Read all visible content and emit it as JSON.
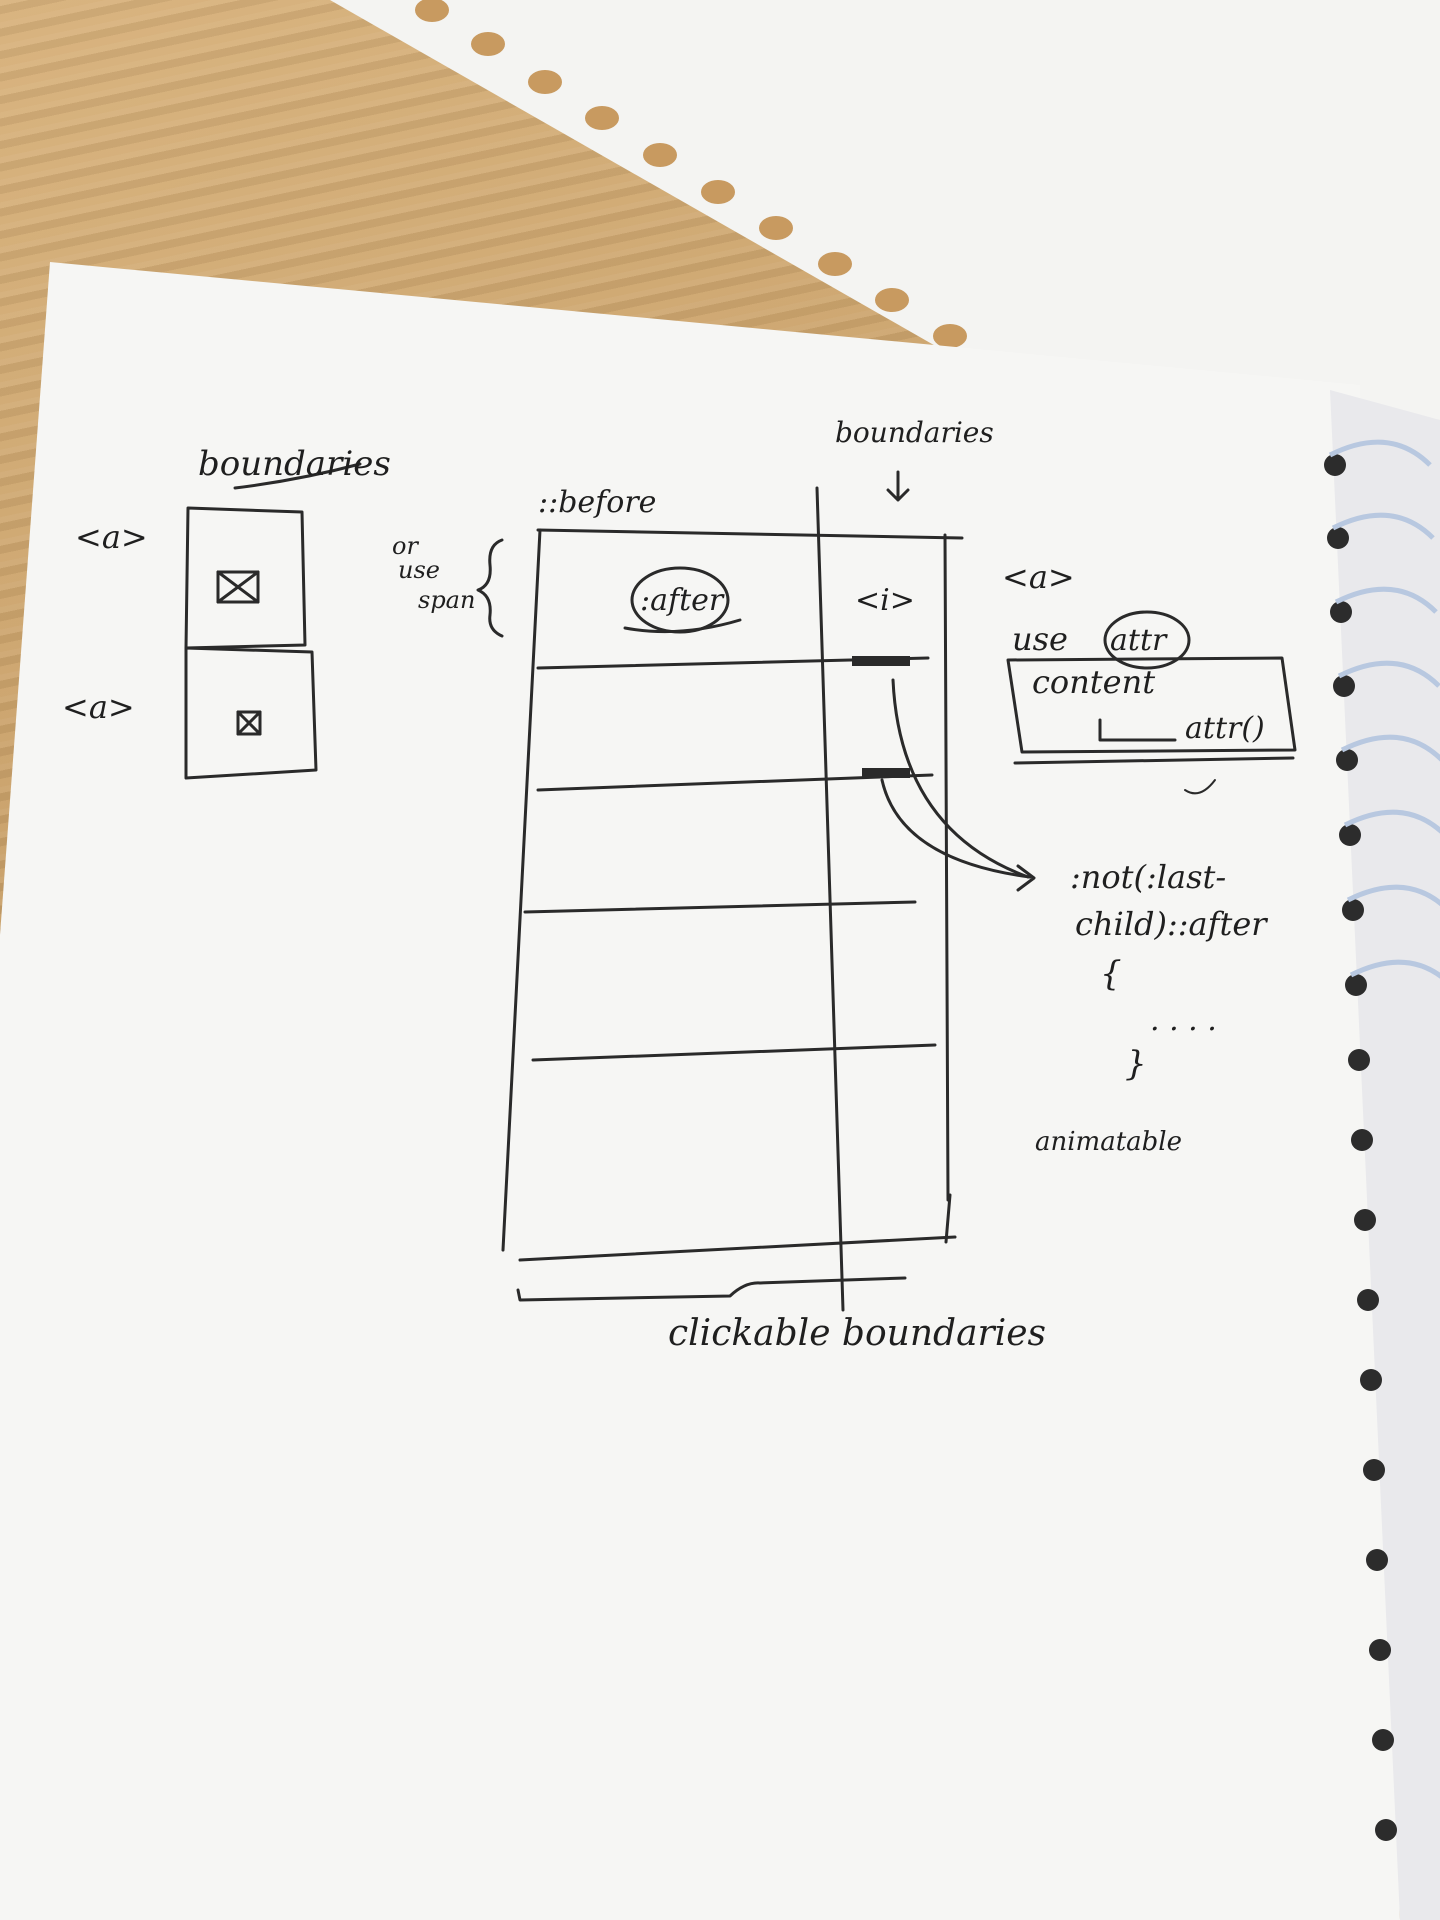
{
  "labels": {
    "boundaries_left": "boundaries",
    "a_top": "<a>",
    "a_bottom": "<a>",
    "or_use_span": [
      "or",
      "use",
      "span"
    ],
    "before": "::before",
    "after": ":after",
    "boundaries_right": "boundaries",
    "i_tag": "<i>",
    "a_right": "<a>",
    "use": "use",
    "attr": "attr",
    "content": "content",
    "attr_fn": "attr()",
    "not_selector_1": ":not(:last-",
    "not_selector_2": "child)::after",
    "brace_open": "{",
    "ellipsis": ". . . .",
    "brace_close": "}",
    "animatable": "animatable",
    "clickable_boundaries": "clickable boundaries"
  }
}
